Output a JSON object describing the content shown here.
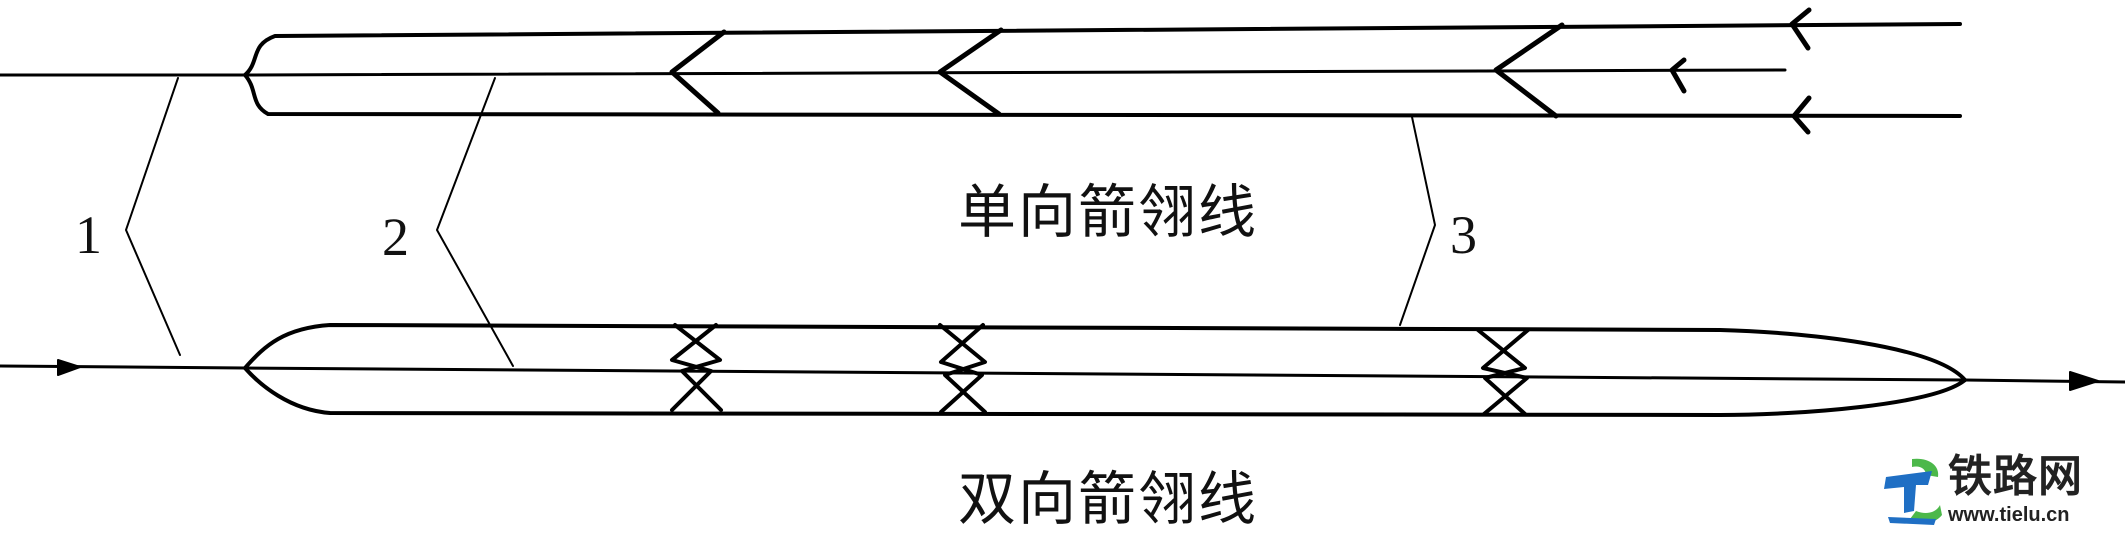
{
  "diagram": {
    "type": "railway-yard-layout",
    "top_section": {
      "label": "单向箭翎线",
      "description": "single-direction herringbone track layout",
      "track_count": 3,
      "crossover_style": "single-direction chevron"
    },
    "bottom_section": {
      "label": "双向箭翎线",
      "description": "double-direction herringbone track layout",
      "track_count": 3,
      "crossover_style": "double-direction scissors"
    },
    "callouts": [
      {
        "number": "1"
      },
      {
        "number": "2"
      },
      {
        "number": "3"
      }
    ],
    "line_color": "#000000",
    "background": "#ffffff"
  },
  "watermark": {
    "name": "铁路网",
    "url": "www.tielu.cn",
    "colors": {
      "blue": "#1f6fc4",
      "green": "#4cb84a",
      "text": "#222222"
    }
  }
}
